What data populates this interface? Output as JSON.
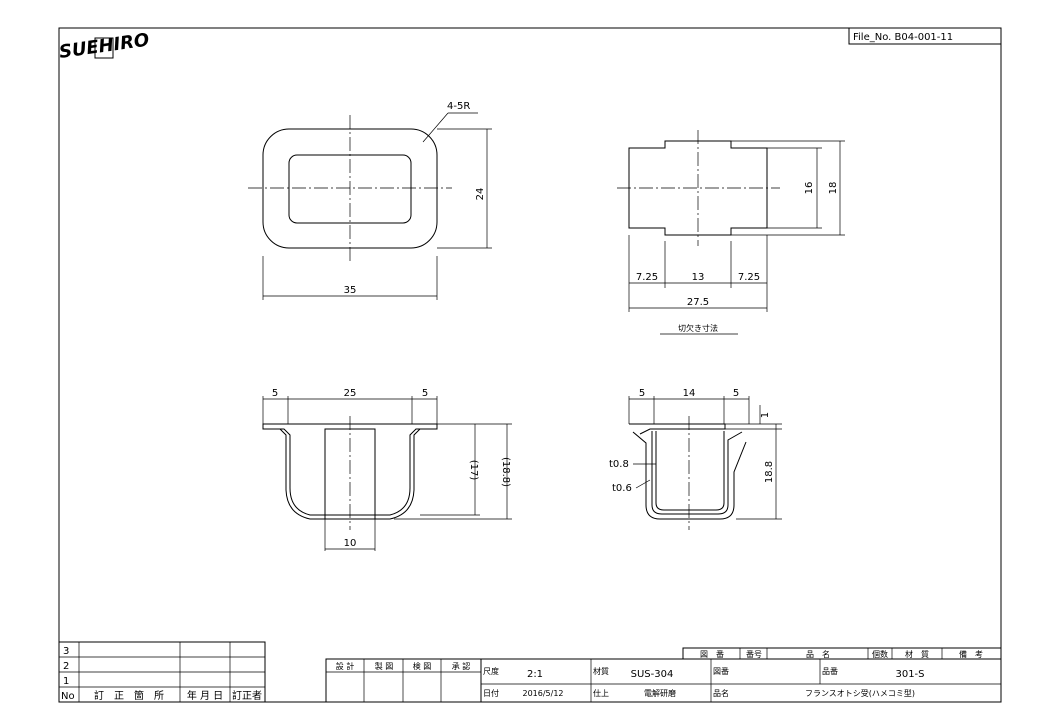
{
  "logo": {
    "text": "SUEHIRO"
  },
  "file_no": "File_No.  B04-001-11",
  "top_view": {
    "radius_note": "4-5R",
    "dim_width": "35",
    "dim_height": "24"
  },
  "cutout_view": {
    "dim_inner": "16",
    "dim_outer": "18",
    "dim_left": "7.25",
    "dim_center": "13",
    "dim_right": "7.25",
    "dim_total": "27.5",
    "caption": "切欠き寸法"
  },
  "front_view": {
    "dim_left": "5",
    "dim_center": "25",
    "dim_right": "5",
    "dim_depth_ref": "(17)",
    "dim_height_ref": "(18.8)",
    "dim_bottom": "10"
  },
  "side_view": {
    "dim_left": "5",
    "dim_center": "14",
    "dim_right": "5",
    "dim_flange": "1",
    "thick_1": "t0.8",
    "thick_2": "t0.6",
    "dim_height": "18.8"
  },
  "revision_table": {
    "rows": [
      "3",
      "2",
      "1"
    ],
    "headers": {
      "no": "No",
      "place": "訂　正　箇　所",
      "date": "年 月 日",
      "person": "訂正者"
    }
  },
  "title_block": {
    "designer": "設 計",
    "drafter": "製 図",
    "checker": "検 図",
    "approver": "承 認",
    "scale_label": "尺度",
    "scale_value": "2:1",
    "material_label": "材質",
    "material_value": "SUS-304",
    "drawing_no_label": "図番",
    "product_no_label": "品番",
    "product_no_value": "301-S",
    "date_label": "日付",
    "date_value": "2016/5/12",
    "finish_label": "仕上",
    "finish_value": "電解研磨",
    "name_label": "品名",
    "name_value": "フランスオトシ受(ハメコミ型)"
  },
  "parts_list_header": {
    "drawing_no": "図　番",
    "number": "番号",
    "name": "品　名",
    "qty": "個数",
    "material": "材　質",
    "remarks": "備　考"
  }
}
